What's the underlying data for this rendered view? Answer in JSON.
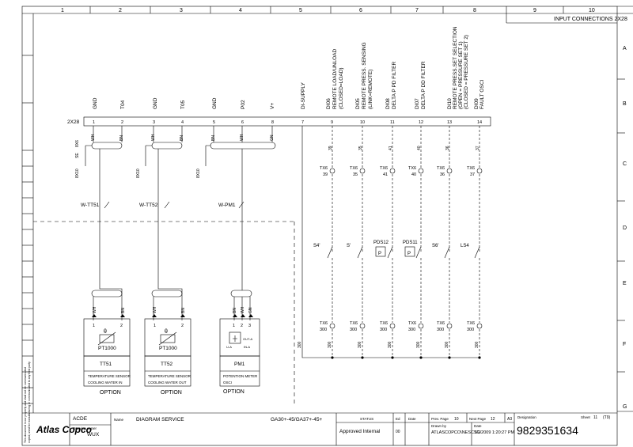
{
  "frame": {
    "top_title": "INPUT CONNECTIONS 2X28",
    "columns": [
      "1",
      "2",
      "3",
      "4",
      "5",
      "6",
      "7",
      "8",
      "9",
      "10"
    ],
    "rows": [
      "A",
      "B",
      "C",
      "D",
      "E",
      "F",
      "G"
    ]
  },
  "terminal": {
    "name": "2X28",
    "pins": [
      "1",
      "2",
      "3",
      "4",
      "5",
      "6",
      "8",
      "7",
      "9",
      "10",
      "11",
      "12",
      "13",
      "14"
    ]
  },
  "signals": [
    {
      "label": "GND"
    },
    {
      "label": "T04"
    },
    {
      "label": "GND"
    },
    {
      "label": "T05"
    },
    {
      "label": "GND"
    },
    {
      "label": "P02"
    },
    {
      "label": "V+"
    },
    {
      "label": "DI-SUPPLY"
    },
    {
      "label": "DI06",
      "desc": [
        "REMOTE LOAD/UNLOAD",
        "(CLOSED=LOAD)"
      ]
    },
    {
      "label": "DI05",
      "desc": [
        "REMOTE PRESS. SENSING",
        "(LINK=REMOTE)"
      ]
    },
    {
      "label": "DI08",
      "desc": [
        "DELTA P PD FILTER"
      ]
    },
    {
      "label": "DI07",
      "desc": [
        "DELTA P DD FILTER"
      ]
    },
    {
      "label": "DI10",
      "desc": [
        "REMOTE PRESS.SET SELECTION",
        "(OPEN = PRESSURE SET 1)",
        "(CLOSED = PRESSURE SET 2)"
      ]
    },
    {
      "label": "DI09",
      "desc": [
        "FAULT OSCI"
      ]
    }
  ],
  "cable_colors": {
    "tt51": [
      "WH",
      "BN"
    ],
    "tt52": [
      "WH",
      "BN"
    ],
    "pm1": [
      "BN",
      "WH",
      "GN"
    ],
    "sensor_tt51": [
      "WH",
      "BN"
    ],
    "sensor_tt52": [
      "WH",
      "BN"
    ],
    "sensor_pm1": [
      "BN",
      "WH",
      "GN"
    ]
  },
  "shield_labels": {
    "s1a": "8X6",
    "s1b": "SE",
    "s1c": "8X10",
    "s2": "8X10",
    "s3": "8X10"
  },
  "wire_numbers": [
    "39",
    "35",
    "41",
    "40",
    "36",
    "37"
  ],
  "tx6_top": [
    {
      "name": "TX6",
      "num": "39"
    },
    {
      "name": "TX6",
      "num": "35"
    },
    {
      "name": "TX6",
      "num": "41"
    },
    {
      "name": "TX6",
      "num": "40"
    },
    {
      "name": "TX6",
      "num": "36"
    },
    {
      "name": "TX6",
      "num": "37"
    }
  ],
  "tx6_bottom": [
    {
      "name": "TX6",
      "num": "300"
    },
    {
      "name": "TX6",
      "num": "300"
    },
    {
      "name": "TX6",
      "num": "300"
    },
    {
      "name": "TX6",
      "num": "300"
    },
    {
      "name": "TX6",
      "num": "300"
    },
    {
      "name": "TX6",
      "num": "300"
    }
  ],
  "bus_labels": [
    "300",
    "300",
    "300",
    "300",
    "300",
    "300",
    "300"
  ],
  "switches": [
    "S4'",
    "S'",
    "PDS12",
    "PDS11",
    "S6'",
    "LS4"
  ],
  "cables": [
    "W-TT51",
    "W-TT52",
    "W-PM1"
  ],
  "devices": [
    {
      "id": "TT51",
      "theta": "θ",
      "model": "PT1000",
      "pins": [
        "1",
        "2"
      ],
      "desc": [
        "TEMPERATURE SENSOR",
        "COOLING WATER IN"
      ],
      "option": "OPTION"
    },
    {
      "id": "TT52",
      "theta": "θ",
      "model": "PT1000",
      "pins": [
        "1",
        "2"
      ],
      "desc": [
        "TEMPERATURE SENSOR",
        "COOLING WATER OUT"
      ],
      "option": "OPTION"
    },
    {
      "id": "PM1",
      "pins": [
        "1",
        "2",
        "3"
      ],
      "out": "OUT-A",
      "in": "IN-A",
      "in2": "U-A",
      "desc": [
        "POTENTION METER",
        "OSCI"
      ],
      "option": "OPTION"
    }
  ],
  "margin_note": [
    "This document is our property and shall not be communicated",
    "copied, used for manufacturing or communicated to any third party"
  ],
  "title_block": {
    "logo": "Atlas Copco",
    "org": "ACDE",
    "owner_label": "Drawing owner",
    "owner": "WUX",
    "name_label": "Name",
    "name": "DIAGRAM SERVICE",
    "models": "GA30+-45/GA37+-45+",
    "status_label": "STATUS",
    "status": "Approved Internal",
    "ed_label": "Ed",
    "ed": "00",
    "date_label": "Date",
    "prev_label": "Prev. Page",
    "prev": "10",
    "next_label": "Next Page",
    "next": "12",
    "size": "A3",
    "drawn_label": "Drawn by",
    "drawn": "ATLASCOPCO\\NESCSG",
    "date2_label": "Date",
    "date2": "7/2/2009 1:20:27 PM",
    "designation_label": "Designation",
    "designation": "9829351634",
    "sheet_label": "Sheet",
    "sheet": "11",
    "sheet_total": "(T9)"
  }
}
